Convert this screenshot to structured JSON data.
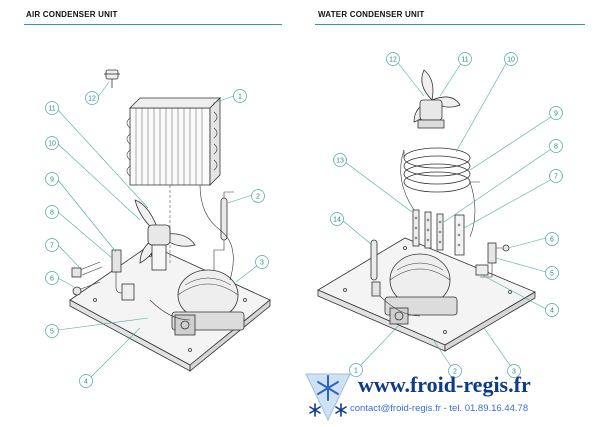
{
  "panels": {
    "air": {
      "title": "AIR CONDENSER UNIT"
    },
    "water": {
      "title": "WATER CONDENSER UNIT"
    }
  },
  "air_callouts": [
    "12",
    "1",
    "11",
    "10",
    "9",
    "2",
    "8",
    "7",
    "6",
    "3",
    "5",
    "4"
  ],
  "water_callouts": [
    "12",
    "11",
    "10",
    "9",
    "13",
    "8",
    "7",
    "14",
    "6",
    "5",
    "4",
    "1",
    "2",
    "3"
  ],
  "branding": {
    "url": "www.froid-regis.fr",
    "contact": "contact@froid-regis.fr - tel. 01.89.16.44.78"
  },
  "colors": {
    "accent": "#2e9ca6",
    "callout": "#2a8a86",
    "brand_blue": "#0d3a8c",
    "contact_blue": "#3b6fd6"
  }
}
